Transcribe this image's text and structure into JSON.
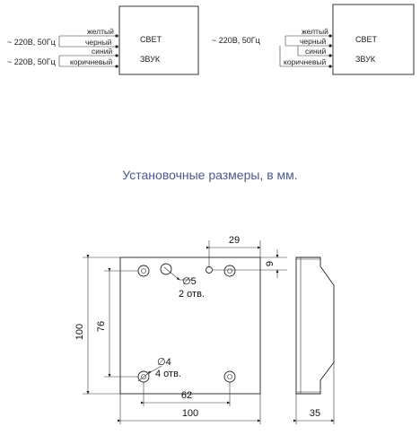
{
  "wiring_left": {
    "power1": "~ 220В, 50Гц",
    "power2": "~ 220В, 50Гц",
    "wires": [
      "желтый",
      "черный",
      "синий",
      "коричневый"
    ],
    "box_labels": [
      "СВЕТ",
      "ЗВУК"
    ]
  },
  "wiring_right": {
    "power": "~ 220В, 50Гц",
    "wires": [
      "желтый",
      "черный",
      "синий",
      "коричневый"
    ],
    "box_labels": [
      "СВЕТ",
      "ЗВУК"
    ]
  },
  "section_title": "Установочные размеры, в мм.",
  "dimensions": {
    "height_total": "100",
    "height_holes": "76",
    "width_holes": "62",
    "width_total": "100",
    "top_offset": "29",
    "top_small": "9",
    "depth": "35"
  },
  "holes": {
    "top_dia": "∅5",
    "top_count": "2 отв.",
    "bottom_dia": "∅4",
    "bottom_count": "4 отв."
  },
  "colors": {
    "title": "#4a5a8a",
    "lines": "#222222"
  }
}
